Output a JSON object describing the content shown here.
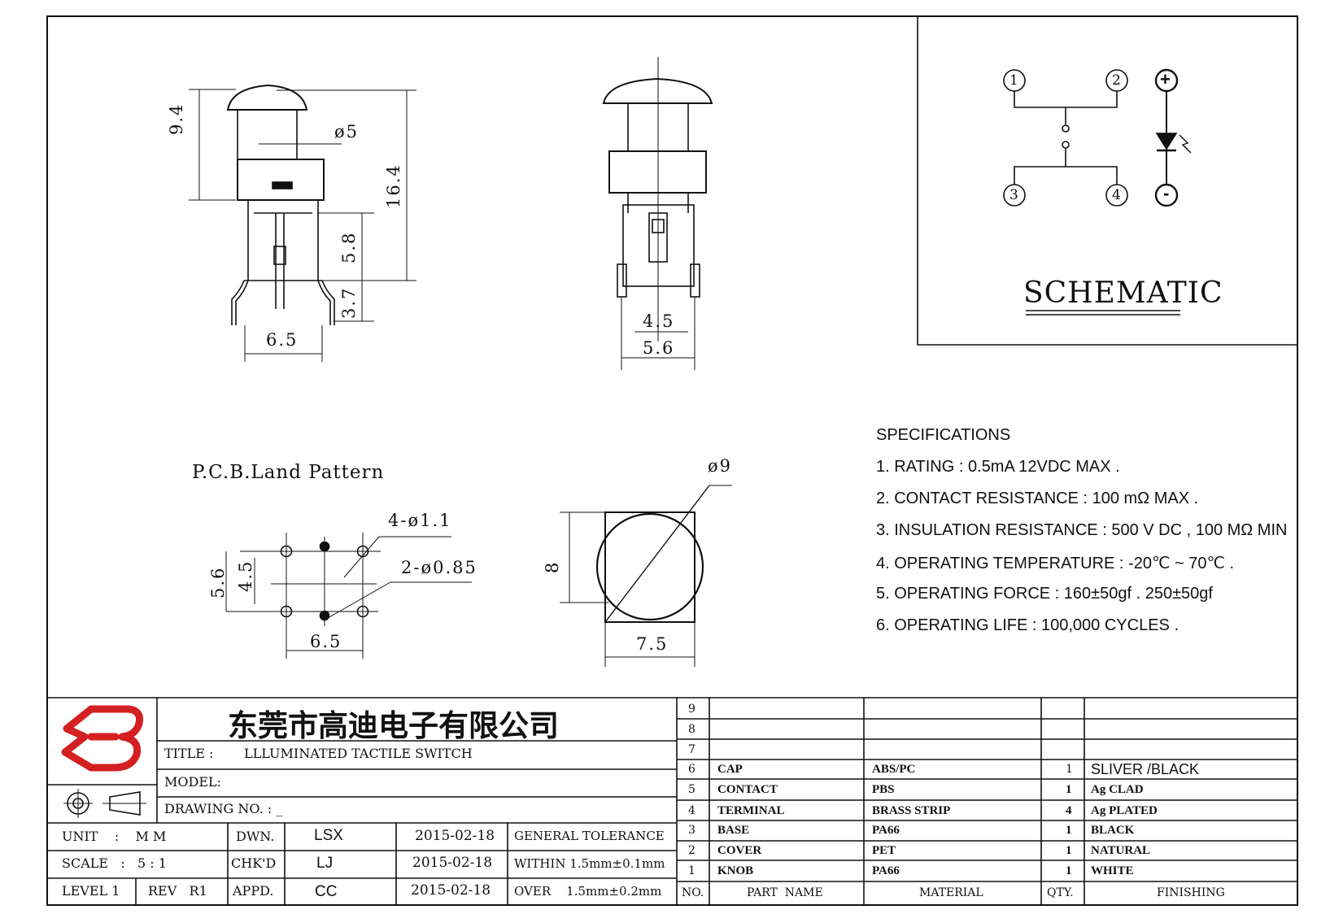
{
  "views": {
    "side": {
      "dim_height_cap": "9.4",
      "dim_dia_stem": "ø5",
      "dim_total": "16.4",
      "dim_body": "5.8",
      "dim_pin": "3.7",
      "dim_width": "6.5"
    },
    "front": {
      "dim_inner": "4.5",
      "dim_outer": "5.6"
    },
    "pcb": {
      "title": "P.C.B.Land Pattern",
      "holes_a": "4-ø1.1",
      "holes_b": "2-ø0.85",
      "dim_56": "5.6",
      "dim_45": "4.5",
      "dim_65": "6.5"
    },
    "top": {
      "dim_dia": "ø9",
      "dim_8": "8",
      "dim_75": "7.5"
    }
  },
  "schematic": {
    "title": "SCHEMATIC",
    "pins": [
      "1",
      "2",
      "3",
      "4"
    ],
    "led_plus": "+",
    "led_minus": "-"
  },
  "specifications": {
    "heading": "SPECIFICATIONS",
    "items": [
      "1. RATING : 0.5mA 12VDC MAX .",
      "2. CONTACT RESISTANCE : 100 mΩ MAX .",
      "3. INSULATION RESISTANCE : 500 V DC , 100 MΩ MIN",
      "4. OPERATING TEMPERATURE : -20℃ ~ 70℃ .",
      "5. OPERATING FORCE : 160±50gf . 250±50gf",
      "6. OPERATING LIFE : 100,000 CYCLES ."
    ]
  },
  "title_block": {
    "company": "东莞市高迪电子有限公司",
    "title_label": "TITLE :",
    "title_value": "LLLUMINATED TACTILE SWITCH",
    "model_label": "MODEL:",
    "drawing_label": "DRAWING NO. : _",
    "unit": "UNIT    :    M M",
    "scale": "SCALE   :   5 : 1",
    "level": "LEVEL 1",
    "rev": "REV   R1",
    "dwn": "DWN.",
    "chk": "CHK'D",
    "appd": "APPD.",
    "dwn_name": "LSX",
    "chk_name": "LJ",
    "appd_name": "CC",
    "dwn_date": "2015-02-18",
    "chk_date": "2015-02-18",
    "appd_date": "2015-02-18",
    "tol1": "GENERAL TOLERANCE",
    "tol2": "WITHIN 1.5mm±0.1mm",
    "tol3": "OVER    1.5mm±0.2mm"
  },
  "bom": {
    "headers": {
      "no": "NO.",
      "part": "PART  NAME",
      "material": "MATERIAL",
      "qty": "QTY.",
      "finishing": "FINISHING"
    },
    "rows": [
      {
        "no": "9",
        "part": "",
        "material": "",
        "qty": "",
        "finishing": ""
      },
      {
        "no": "8",
        "part": "",
        "material": "",
        "qty": "",
        "finishing": ""
      },
      {
        "no": "7",
        "part": "",
        "material": "",
        "qty": "",
        "finishing": ""
      },
      {
        "no": "6",
        "part": "CAP",
        "material": "ABS/PC",
        "qty": "1",
        "finishing": "SLIVER /BLACK"
      },
      {
        "no": "5",
        "part": "CONTACT",
        "material": "PBS",
        "qty": "1",
        "finishing": "Ag CLAD"
      },
      {
        "no": "4",
        "part": "TERMINAL",
        "material": "BRASS STRIP",
        "qty": "4",
        "finishing": "Ag PLATED"
      },
      {
        "no": "3",
        "part": "BASE",
        "material": "PA66",
        "qty": "1",
        "finishing": "BLACK"
      },
      {
        "no": "2",
        "part": "COVER",
        "material": "PET",
        "qty": "1",
        "finishing": "NATURAL"
      },
      {
        "no": "1",
        "part": "KNOB",
        "material": "PA66",
        "qty": "1",
        "finishing": "WHITE"
      }
    ]
  },
  "colors": {
    "logo_red": "#d42020",
    "line": "#111111"
  }
}
